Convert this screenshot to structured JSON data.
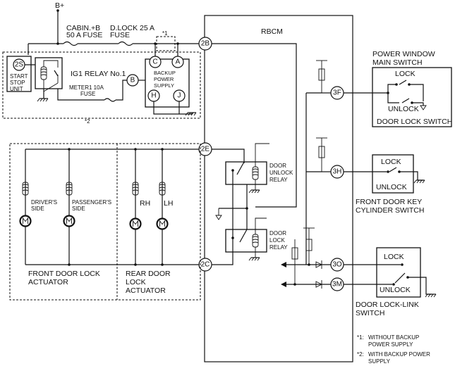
{
  "power": {
    "bplus": "B+"
  },
  "fuses": {
    "cabin_line1": "CABIN.+B",
    "cabin_line2": "50 A FUSE",
    "dlock_line1": "D.LOCK 25 A",
    "dlock_line2": "FUSE",
    "meter_line1": "METER1 10A",
    "meter_line2": "FUSE"
  },
  "notes": {
    "star1_marker": "*1",
    "star2_marker": "*2",
    "note1_mark": "*1:",
    "note1_line1": "WITHOUT BACKUP",
    "note1_line2": "POWER SUPPLY",
    "note2_mark": "*2:",
    "note2_line1": "WITH BACKUP POWER",
    "note2_line2": "SUPPLY"
  },
  "start_stop": {
    "terminal": "2S",
    "line1": "START",
    "line2": "STOP",
    "line3": "UNIT"
  },
  "relay_ig1": {
    "label": "IG1 RELAY No.1"
  },
  "backup": {
    "line1": "BACKUP",
    "line2": "POWER",
    "line3": "SUPPLY",
    "term_c": "C",
    "term_a": "A",
    "term_b": "B",
    "term_h": "H",
    "term_j": "J"
  },
  "rbcm": {
    "title": "RBCM",
    "terminals": {
      "t2b": "2B",
      "t2e": "2E",
      "t2c": "2C",
      "t3f": "3F",
      "t3h": "3H",
      "t3o": "3O",
      "t3m": "3M"
    },
    "unlock_relay": {
      "line1": "DOOR",
      "line2": "UNLOCK",
      "line3": "RELAY"
    },
    "lock_relay": {
      "line1": "DOOR",
      "line2": "LOCK",
      "line3": "RELAY"
    }
  },
  "power_window": {
    "title_line1": "POWER WINDOW",
    "title_line2": "MAIN SWITCH",
    "lock": "LOCK",
    "unlock": "UNLOCK",
    "caption": "DOOR LOCK SWITCH"
  },
  "key_cylinder": {
    "lock": "LOCK",
    "unlock": "UNLOCK",
    "caption_line1": "FRONT DOOR KEY",
    "caption_line2": "CYLINDER SWITCH"
  },
  "lock_link": {
    "lock": "LOCK",
    "unlock": "UNLOCK",
    "caption_line1": "DOOR LOCK-LINK",
    "caption_line2": "SWITCH"
  },
  "front_actuator": {
    "driver_line1": "DRIVER'S",
    "driver_line2": "SIDE",
    "passenger_line1": "PASSENGER'S",
    "passenger_line2": "SIDE",
    "caption_line1": "FRONT DOOR LOCK",
    "caption_line2": "ACTUATOR"
  },
  "rear_actuator": {
    "rh": "RH",
    "lh": "LH",
    "caption_line1": "REAR DOOR",
    "caption_line2": "LOCK",
    "caption_line3": "ACTUATOR"
  }
}
